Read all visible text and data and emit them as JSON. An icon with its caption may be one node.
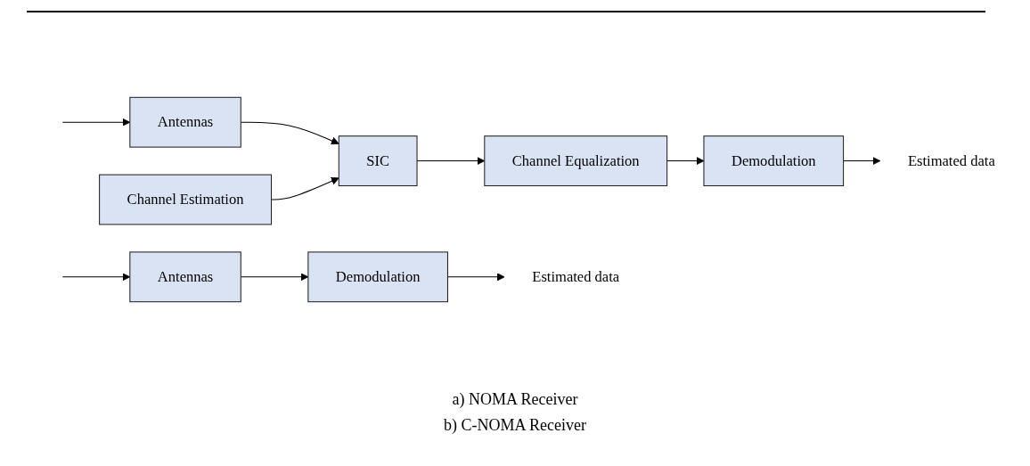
{
  "diagram": {
    "nodes": [
      {
        "text": [
          "Antennas"
        ]
      },
      {
        "text": [
          "SIC"
        ]
      },
      {
        "text": [
          "Channel Equalization"
        ]
      },
      {
        "text": [
          "Demodulation"
        ]
      },
      {
        "text": [
          "Channel Estimation"
        ]
      },
      {
        "text": [
          "Estimated data"
        ]
      },
      {
        "text": [
          "Antennas"
        ]
      },
      {
        "text": [
          "Demodulation"
        ]
      },
      {
        "text": [
          "Estimated data"
        ]
      }
    ],
    "edges": [
      {
        "from": null,
        "to": 0,
        "arrow": "to"
      },
      {
        "from": 0,
        "to": 1,
        "arrow": "to"
      },
      {
        "from": 4,
        "to": 1,
        "arrow": "to"
      },
      {
        "from": 1,
        "to": 2,
        "arrow": "to"
      },
      {
        "from": 2,
        "to": 3,
        "arrow": "to"
      },
      {
        "from": 3,
        "to": 5,
        "arrow": "to"
      },
      {
        "from": null,
        "to": 6,
        "arrow": "to"
      },
      {
        "from": 6,
        "to": 7,
        "arrow": "to"
      },
      {
        "from": 7,
        "to": 8,
        "arrow": "to"
      }
    ],
    "labels": [
      "a) NOMA Receiver",
      "b) C-NOMA Receiver"
    ]
  }
}
